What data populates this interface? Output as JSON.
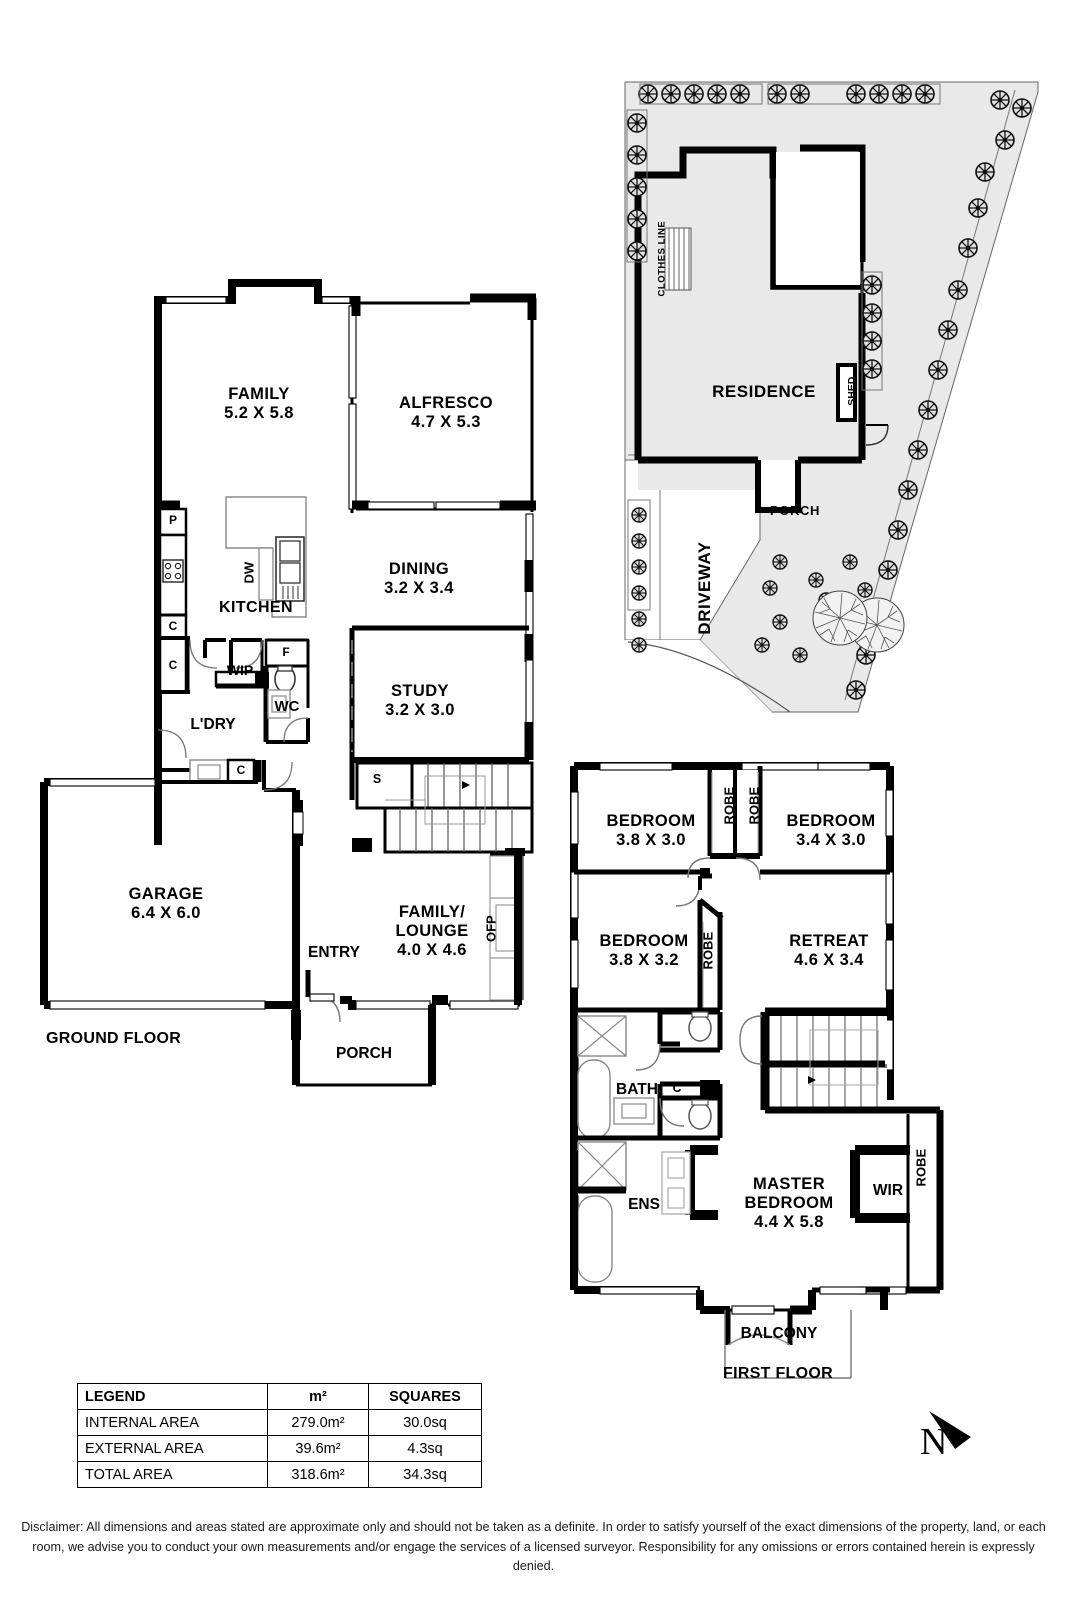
{
  "document": {
    "type": "real-estate-floor-plan",
    "disclaimer": "Disclaimer: All dimensions and areas stated are approximate only and should not be taken as a definite. In order to satisfy yourself of the exact dimensions of the property, land, or each room, we advise you to conduct your own measurements and/or engage the services of a licensed surveyor. Responsibility for any omissions or errors contained herein is expressly denied."
  },
  "site_plan": {
    "residence_label": "RESIDENCE",
    "driveway_label": "DRIVEWAY",
    "porch_label": "PORCH",
    "shed_label": "SHED",
    "clothes_line_label": "CLOTHES LINE"
  },
  "ground_floor": {
    "title": "GROUND FLOOR",
    "rooms": [
      {
        "name": "FAMILY",
        "dim": "5.2 X 5.8"
      },
      {
        "name": "ALFRESCO",
        "dim": "4.7 X 5.3"
      },
      {
        "name": "DINING",
        "dim": "3.2 X 3.4"
      },
      {
        "name": "STUDY",
        "dim": "3.2 X 3.0"
      },
      {
        "name": "GARAGE",
        "dim": "6.4 X 6.0"
      },
      {
        "name": "FAMILY/ LOUNGE",
        "dim": "4.0 X 4.6"
      }
    ],
    "labels": {
      "kitchen": "KITCHEN",
      "wip": "WIP",
      "wc": "WC",
      "ldry": "L'DRY",
      "entry": "ENTRY",
      "porch": "PORCH",
      "pantry": "P",
      "cupboard_1": "C",
      "cupboard_2": "C",
      "cupboard_3": "C",
      "fridge": "F",
      "dishwasher": "DW",
      "store": "S",
      "ofp": "OFP"
    }
  },
  "first_floor": {
    "title": "FIRST FLOOR",
    "rooms": [
      {
        "name": "BEDROOM",
        "dim": "3.8 X 3.0"
      },
      {
        "name": "BEDROOM",
        "dim": "3.4 X 3.0"
      },
      {
        "name": "BEDROOM",
        "dim": "3.8 X 3.2"
      },
      {
        "name": "RETREAT",
        "dim": "4.6 X 3.4"
      },
      {
        "name": "MASTER BEDROOM",
        "dim": "4.4 X 5.8"
      }
    ],
    "labels": {
      "robe_1": "ROBE",
      "robe_2": "ROBE",
      "robe_3": "ROBE",
      "robe_4": "ROBE",
      "bath": "BATH",
      "ens": "ENS",
      "wir": "WIR",
      "cupboard": "C",
      "balcony": "BALCONY"
    }
  },
  "legend": {
    "headers": [
      "LEGEND",
      "m²",
      "SQUARES"
    ],
    "rows": [
      {
        "label": "INTERNAL AREA",
        "m2": "279.0m²",
        "squares": "30.0sq"
      },
      {
        "label": "EXTERNAL AREA",
        "m2": "39.6m²",
        "squares": "4.3sq"
      },
      {
        "label": "TOTAL AREA",
        "m2": "318.6m²",
        "squares": "34.3sq"
      }
    ]
  },
  "compass": {
    "letter": "N"
  },
  "colors": {
    "wall": "#000000",
    "site_fill": "#e9e9e9",
    "thin_line": "#8a8a8a",
    "paper": "#ffffff"
  }
}
